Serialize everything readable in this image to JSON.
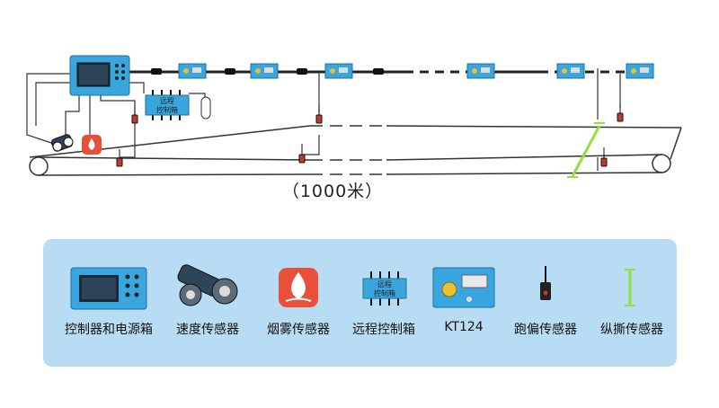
{
  "diagram": {
    "length_label": "（1000米）",
    "remote_box_text": [
      "远程",
      "控制箱"
    ]
  },
  "legend": {
    "items": [
      {
        "label": "控制器和电源箱",
        "icon": "controller-icon"
      },
      {
        "label": "速度传感器",
        "icon": "speed-sensor-icon"
      },
      {
        "label": "烟雾传感器",
        "icon": "smoke-sensor-icon"
      },
      {
        "label": "远程控制箱",
        "icon": "remote-control-box-icon"
      },
      {
        "label": "KT124",
        "icon": "kt124-phone-icon"
      },
      {
        "label": "跑偏传感器",
        "icon": "deviation-sensor-icon"
      },
      {
        "label": "纵撕传感器",
        "icon": "tear-sensor-icon"
      }
    ]
  },
  "colors": {
    "device_blue": "#3aa6de",
    "legend_bg": "#b8dcf3",
    "tear_green": "#8fe040",
    "smoke_red": "#e8503a"
  }
}
